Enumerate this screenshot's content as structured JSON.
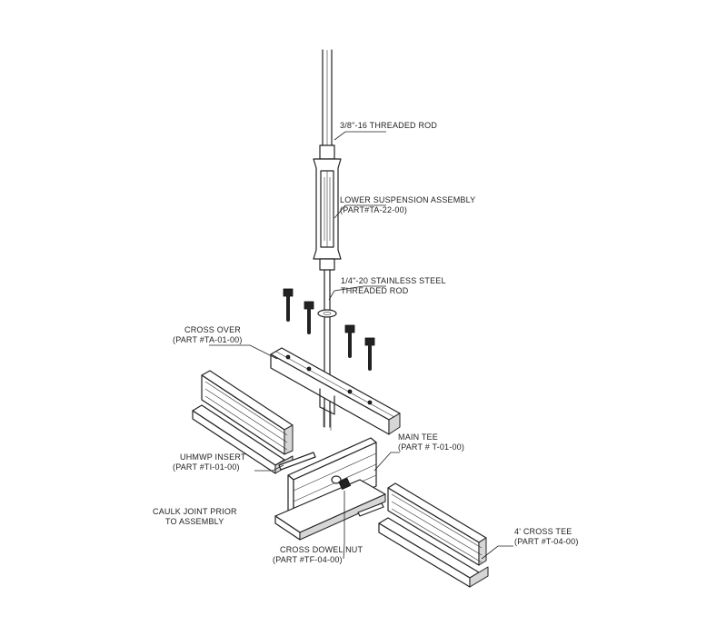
{
  "labels": {
    "threaded_rod": "3/8\"-16 THREADED ROD",
    "lower_suspension_line1": "LOWER SUSPENSION ASSEMBLY",
    "lower_suspension_line2": "(PART#TA-22-00)",
    "stainless_rod_line1": "1/4\"-20 STAINLESS STEEL",
    "stainless_rod_line2": "THREADED ROD",
    "cross_over_line1": "CROSS OVER",
    "cross_over_line2": "(PART #TA-01-00)",
    "uhmwp_line1": "UHMWP INSERT",
    "uhmwp_line2": "(PART #TI-01-00)",
    "main_tee_line1": "MAIN TEE",
    "main_tee_line2": "(PART # T-01-00)",
    "caulk_line1": "CAULK JOINT PRIOR",
    "caulk_line2": "TO ASSEMBLY",
    "cross_tee_line1": "4' CROSS TEE",
    "cross_tee_line2": "(PART #T-04-00)",
    "dowel_nut_line1": "CROSS DOWEL NUT",
    "dowel_nut_line2": "(PART #TF-04-00)"
  }
}
